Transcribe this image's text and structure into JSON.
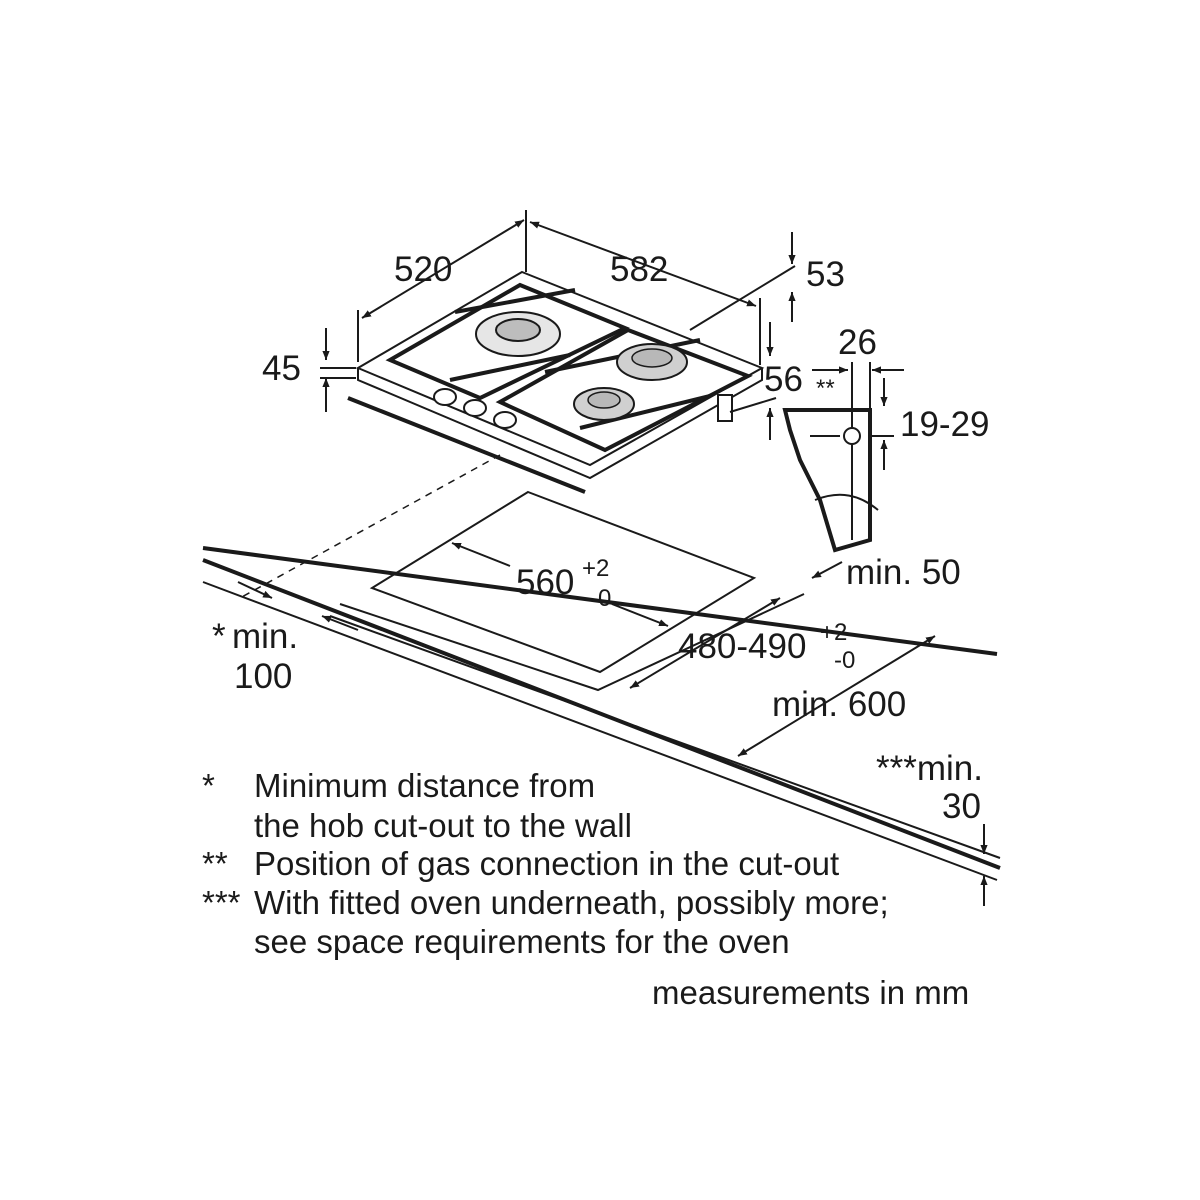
{
  "dimensions": {
    "width": "520",
    "depth": "582",
    "d53": "53",
    "d45": "45",
    "d56": "56",
    "d26": "26",
    "gas_range": "19-29",
    "gas_marker": "**",
    "cutout_width_base": "560",
    "cutout_width_plus": "+2",
    "cutout_width_minus": "-0",
    "cutout_depth_base": "480-490",
    "cutout_depth_plus": "+2",
    "cutout_depth_minus": "-0",
    "min_50": "min. 50",
    "wall_marker": "*",
    "min_100_label": "min.",
    "min_100_value": "100",
    "min_600": "min. 600",
    "oven_marker_label": "***min.",
    "oven_value": "30"
  },
  "footnotes": [
    {
      "marker": "*",
      "lines": [
        "Minimum distance from",
        "the hob cut-out to the wall"
      ]
    },
    {
      "marker": "**",
      "lines": [
        "Position of gas connection in the cut-out"
      ]
    },
    {
      "marker": "***",
      "lines": [
        "With fitted oven underneath, possibly more;",
        "see space requirements for the oven"
      ]
    }
  ],
  "units_note": "measurements in mm"
}
